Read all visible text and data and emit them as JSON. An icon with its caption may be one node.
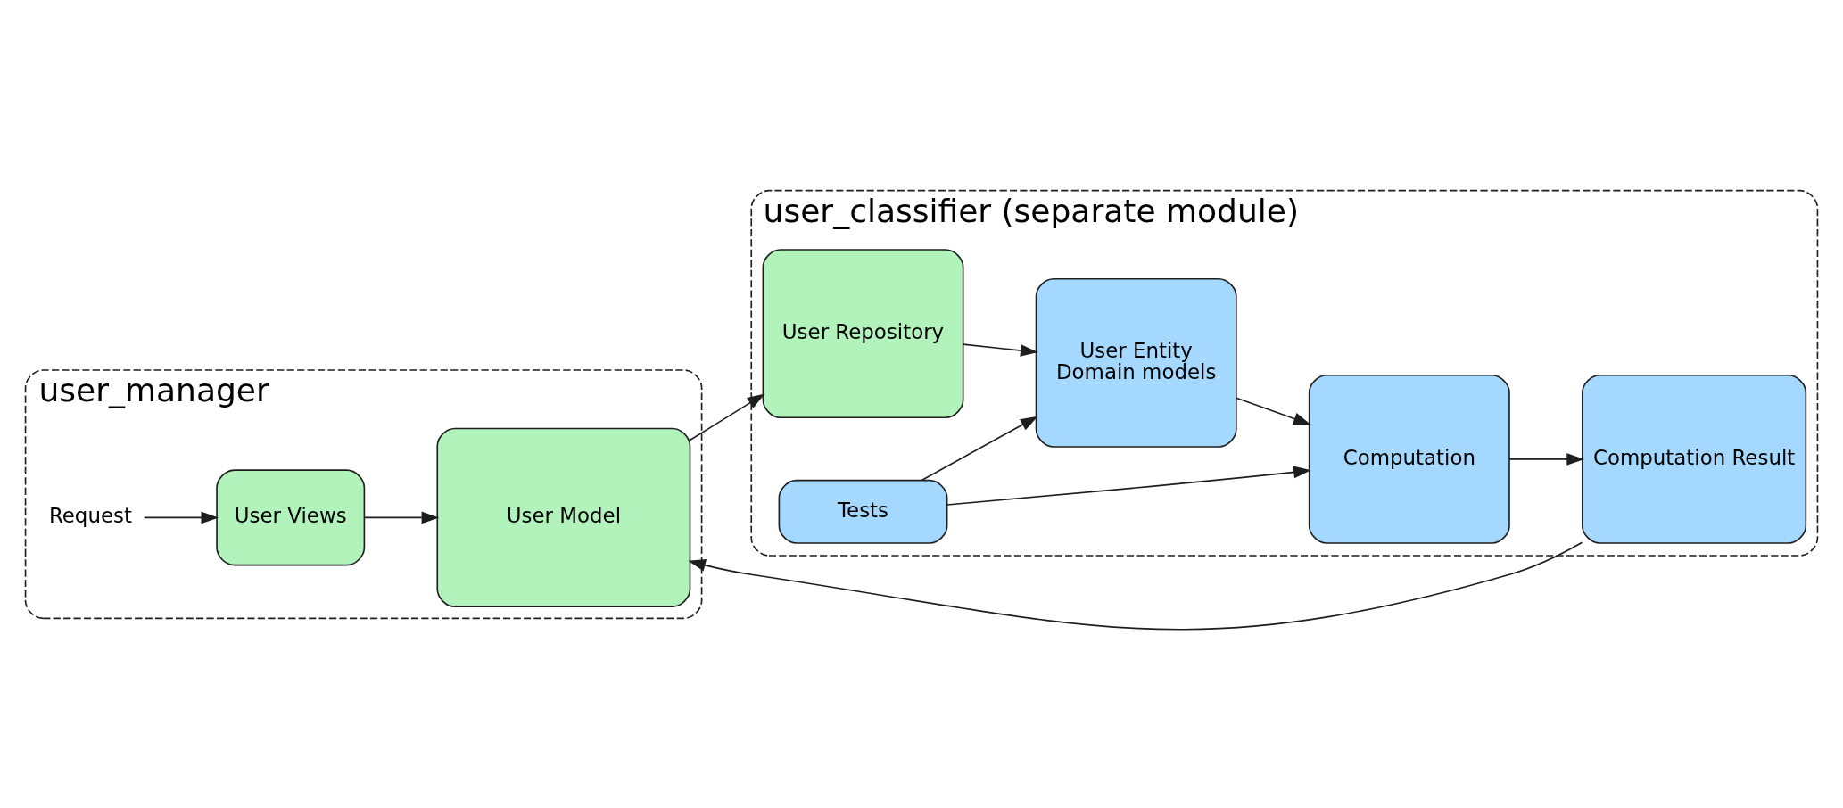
{
  "diagram": {
    "nodes": [
      {
        "text": [
          "user_manager"
        ]
      },
      {
        "text": [
          "User Views"
        ],
        "in": 0
      },
      {
        "text": [
          "User Model"
        ],
        "in": 0
      },
      {
        "text": [
          "Request"
        ],
        "in": 0
      },
      {
        "text": [
          "user_classifier (separate module)"
        ]
      },
      {
        "text": [
          "User Repository"
        ],
        "in": 4
      },
      {
        "text": [
          "User Entity",
          "Domain models"
        ],
        "in": 4
      },
      {
        "text": [
          "Tests"
        ],
        "in": 4
      },
      {
        "text": [
          "Computation"
        ],
        "in": 4
      },
      {
        "text": [
          "Computation Result"
        ],
        "in": 4
      }
    ],
    "edges": [
      {
        "from": 3,
        "to": 1,
        "arrow": "to"
      },
      {
        "from": 1,
        "to": 2,
        "arrow": "to"
      },
      {
        "from": 2,
        "to": 5,
        "arrow": "to"
      },
      {
        "from": 5,
        "to": 6,
        "arrow": "to"
      },
      {
        "from": 7,
        "to": 6,
        "arrow": "to"
      },
      {
        "from": 6,
        "to": 8,
        "arrow": "to"
      },
      {
        "from": 7,
        "to": 8,
        "arrow": "to"
      },
      {
        "from": 8,
        "to": 9,
        "arrow": "to"
      },
      {
        "from": 9,
        "to": 2,
        "arrow": "to"
      }
    ]
  }
}
